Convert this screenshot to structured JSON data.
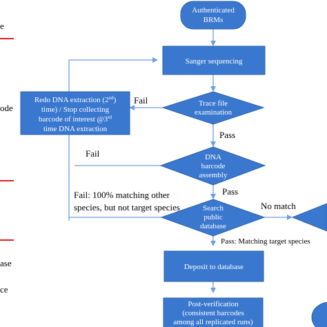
{
  "nodes": {
    "authenticated": [
      "Authenticated",
      "BRMs"
    ],
    "sanger": "Sanger  sequencing",
    "trace": [
      "Trace file",
      "examination"
    ],
    "redo": {
      "line1": "Redo DNA extraction (2",
      "line1_sup": "nd",
      "line2": "time) / Stop collecting",
      "line3_pre": "barcode of interest @3",
      "line3_sup": "rd",
      "line4": "time DNA extraction"
    },
    "barcode": [
      "DNA",
      "barcode",
      "assembly"
    ],
    "search": [
      "Search",
      "public",
      "database"
    ],
    "deposit": "Deposit to database",
    "postverify": [
      "Post-verification",
      "(consistent barcodes",
      "among all replicated runs)"
    ]
  },
  "edge_labels": {
    "fail_redo": "Fail",
    "pass_trace": "Pass",
    "fail_barcode": "Fail",
    "pass_barcode": "Pass",
    "fail_search": [
      "Fail: 100% matching other",
      "species, but not target species"
    ],
    "no_match": "No match",
    "pass_search": "Pass: Matching target species"
  },
  "left_fragments": [
    "e",
    "ode",
    "ase",
    "ce"
  ],
  "colors": {
    "node_fill": "#3a78cf",
    "node_stroke": "#2a5ea8",
    "arrow": "#6d9ee0",
    "red_line": "#e0201b"
  }
}
